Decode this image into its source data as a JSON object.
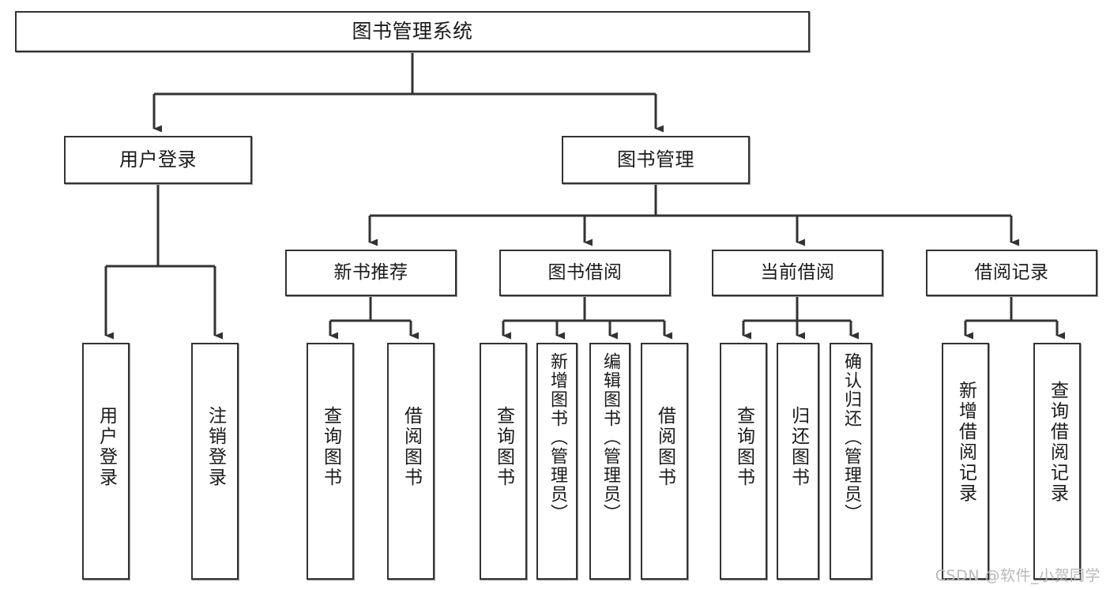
{
  "diagram": {
    "type": "tree",
    "title": "图书管理系统",
    "colors": {
      "box_border": "#333333",
      "box_fill": "#ffffff",
      "connector": "#333333",
      "text": "#1a1a1a",
      "watermark": "#b9b9b9"
    },
    "root": {
      "id": "root",
      "label": "图书管理系统"
    },
    "branches": [
      {
        "id": "user-login",
        "label": "用户登录"
      },
      {
        "id": "book-management",
        "label": "图书管理"
      }
    ],
    "groups": [
      {
        "id": "new-book-recommend",
        "label": "新书推荐"
      },
      {
        "id": "book-borrow",
        "label": "图书借阅"
      },
      {
        "id": "current-borrow",
        "label": "当前借阅"
      },
      {
        "id": "borrow-record",
        "label": "借阅记录"
      }
    ],
    "leaves": [
      {
        "id": "leaf-user-login",
        "label": "用户登录",
        "parent": "user-login"
      },
      {
        "id": "leaf-logout",
        "label": "注销登录",
        "parent": "user-login"
      },
      {
        "id": "leaf-query-book-1",
        "label": "查询图书",
        "parent": "new-book-recommend"
      },
      {
        "id": "leaf-borrow-book-1",
        "label": "借阅图书",
        "parent": "new-book-recommend"
      },
      {
        "id": "leaf-query-book-2",
        "label": "查询图书",
        "parent": "book-borrow"
      },
      {
        "id": "leaf-add-book",
        "label": "新增图书（管理员）",
        "parent": "book-borrow"
      },
      {
        "id": "leaf-edit-book",
        "label": "编辑图书（管理员）",
        "parent": "book-borrow"
      },
      {
        "id": "leaf-borrow-book-2",
        "label": "借阅图书",
        "parent": "book-borrow"
      },
      {
        "id": "leaf-query-book-3",
        "label": "查询图书",
        "parent": "current-borrow"
      },
      {
        "id": "leaf-return-book",
        "label": "归还图书",
        "parent": "current-borrow"
      },
      {
        "id": "leaf-confirm-return",
        "label": "确认归还（管理员）",
        "parent": "current-borrow"
      },
      {
        "id": "leaf-add-record",
        "label": "新增借阅记录",
        "parent": "borrow-record"
      },
      {
        "id": "leaf-query-record",
        "label": "查询借阅记录",
        "parent": "borrow-record"
      }
    ],
    "watermark": "CSDN @软件_小贺同学"
  }
}
